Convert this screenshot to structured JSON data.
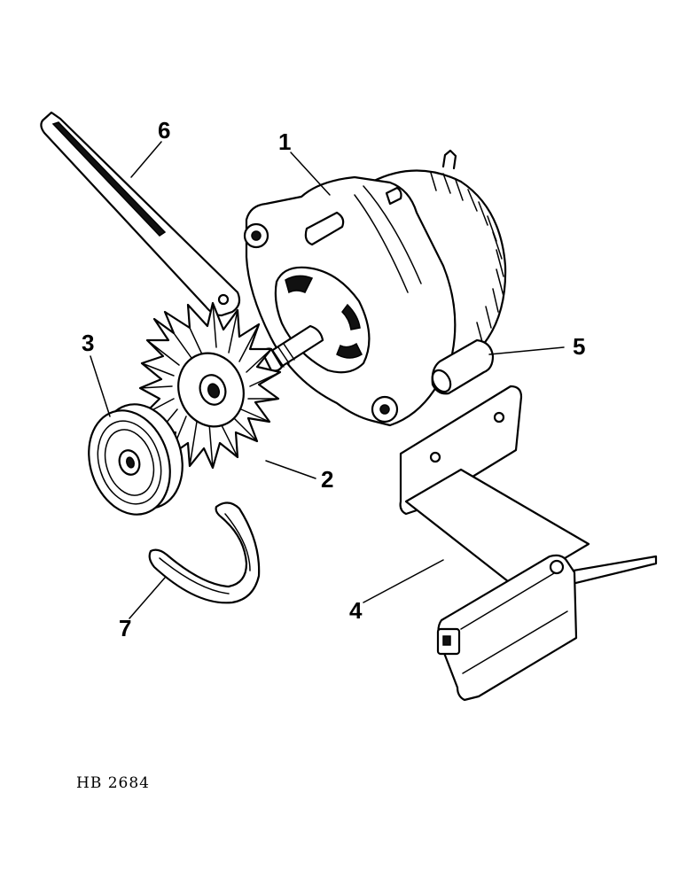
{
  "callouts": {
    "c1": "1",
    "c2": "2",
    "c3": "3",
    "c4": "4",
    "c5": "5",
    "c6": "6",
    "c7": "7"
  },
  "drawing_id": "HB 2684",
  "parts": [
    {
      "callout": "1",
      "icon": "alternator-icon"
    },
    {
      "callout": "2",
      "icon": "fan-icon"
    },
    {
      "callout": "3",
      "icon": "pulley-icon"
    },
    {
      "callout": "4",
      "icon": "mounting-bracket-icon"
    },
    {
      "callout": "5",
      "icon": "spacer-icon"
    },
    {
      "callout": "6",
      "icon": "adjusting-strap-icon"
    },
    {
      "callout": "7",
      "icon": "belt-icon"
    }
  ]
}
